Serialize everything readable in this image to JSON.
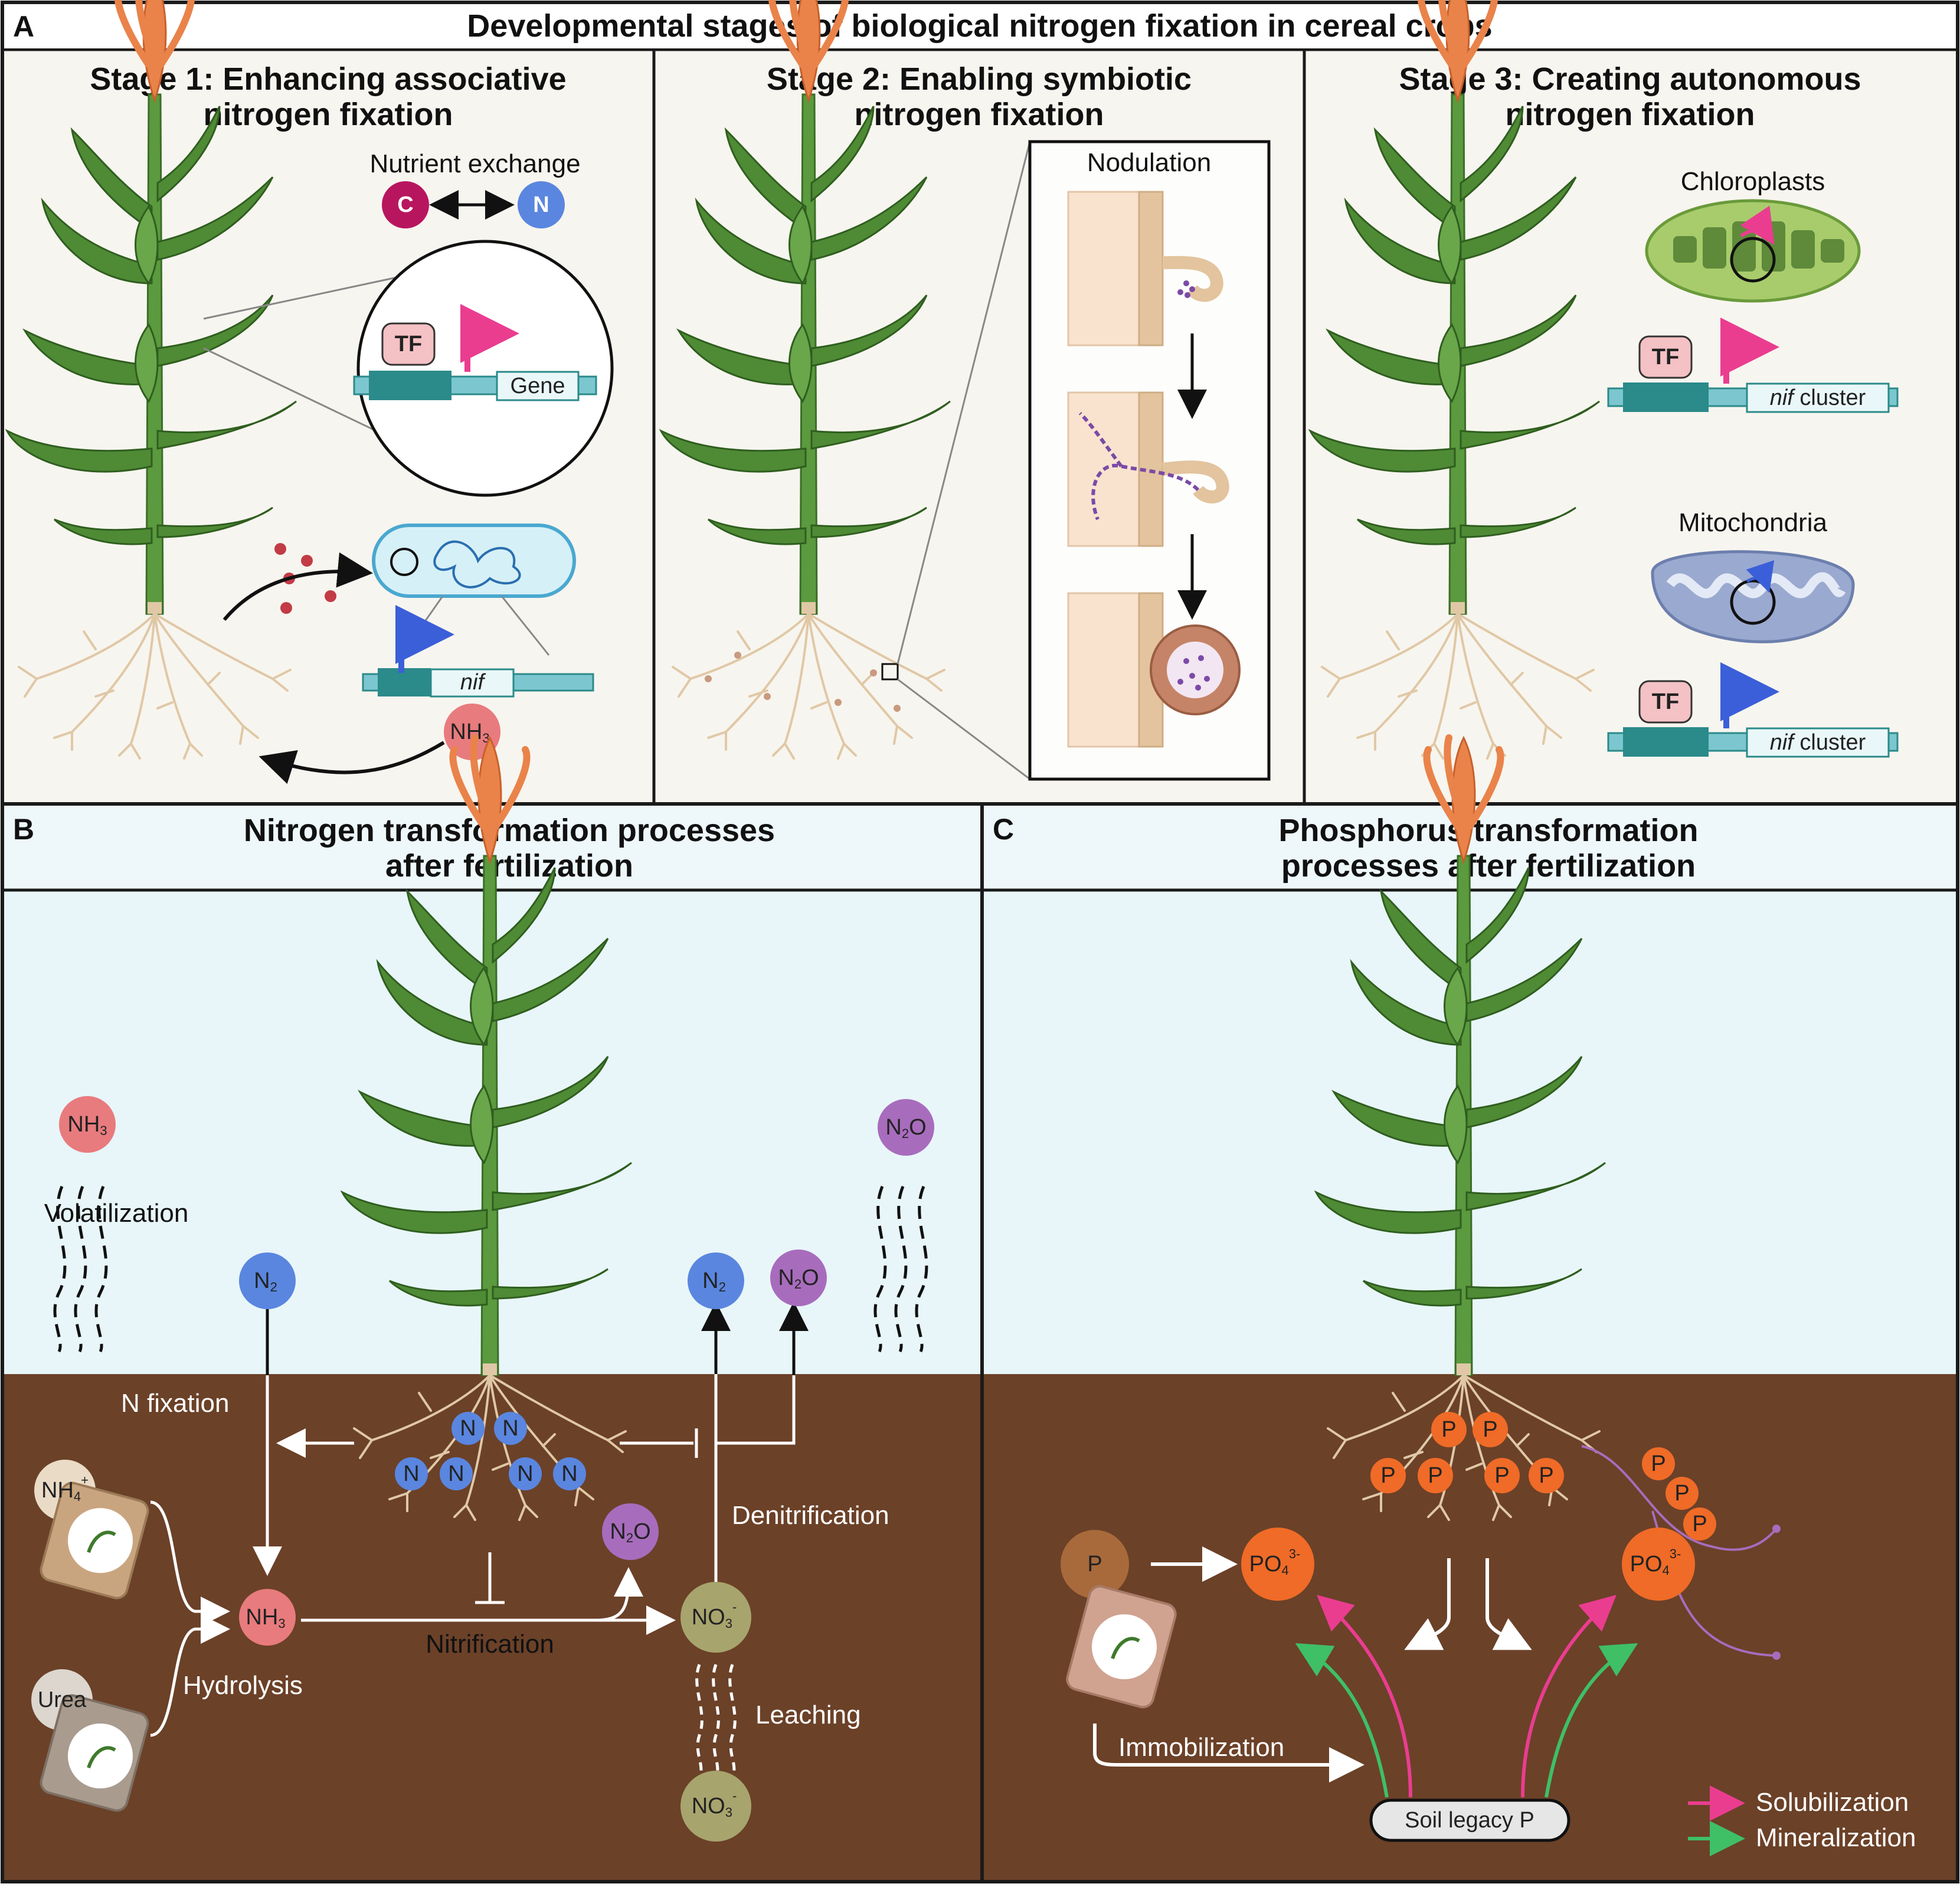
{
  "panels": {
    "a": {
      "letter": "A",
      "title": "Developmental stages of biological nitrogen fixation in cereal crops",
      "stage1": {
        "title_line1": "Stage 1: Enhancing associative",
        "title_line2": "nitrogen fixation",
        "nutrient_exchange": "Nutrient exchange",
        "c": "C",
        "n": "N",
        "tf": "TF",
        "gene": "Gene",
        "nif": "nif",
        "nh3": "NH",
        "nh3_sub": "3"
      },
      "stage2": {
        "title_line1": "Stage 2: Enabling symbiotic",
        "title_line2": "nitrogen fixation",
        "nodulation": "Nodulation"
      },
      "stage3": {
        "title_line1": "Stage 3: Creating autonomous",
        "title_line2": "nitrogen fixation",
        "chloroplasts": "Chloroplasts",
        "mitochondria": "Mitochondria",
        "tf": "TF",
        "nif": "nif",
        "cluster": " cluster"
      }
    },
    "b": {
      "letter": "B",
      "title_line1": "Nitrogen transformation processes",
      "title_line2": "after fertilization",
      "nh3": "NH",
      "nh3_sub": "3",
      "volatilization": "Volatilization",
      "n2": "N",
      "n2_sub": "2",
      "n2o": "N",
      "n2o_sub": "2",
      "n2o_tail": "O",
      "n_fixation": "N fixation",
      "nh4": "NH",
      "nh4_sub": "4",
      "nh4_sup": "+",
      "urea": "Urea",
      "hydrolysis": "Hydrolysis",
      "nitrification": "Nitrification",
      "denitrification": "Denitrification",
      "no3": "NO",
      "no3_sub": "3",
      "no3_sup": "-",
      "leaching": "Leaching",
      "n": "N"
    },
    "c": {
      "letter": "C",
      "title_line1": "Phosphorus transformation",
      "title_line2": "processes after fertilization",
      "p": "P",
      "po4": "PO",
      "po4_sub": "4",
      "po4_sup": "3-",
      "immobilization": "Immobilization",
      "soil_legacy": "Soil legacy P",
      "legend_solubilization": "Solubilization",
      "legend_mineralization": "Mineralization"
    }
  },
  "colors": {
    "border": "#1a1a1a",
    "panel_a_bg": "#f7f5ef",
    "sky": "#e8f6f9",
    "header_bg": "#eef8fb",
    "soil": "#6b4128",
    "leaf": "#4f8a35",
    "tassel": "#e9834a",
    "root": "#e0c8a6",
    "n_blue": "#5a86df",
    "nh3_red": "#e87b7e",
    "n2o_purple": "#a86cbd",
    "no3_olive": "#a8a46d",
    "p_orange": "#ef6b27",
    "p_brown": "#a96a3b",
    "c_magenta": "#b8155f",
    "solubilization": "#ea3d90",
    "mineralization": "#3fbf66",
    "dna_teal": "#2b8a8a"
  }
}
